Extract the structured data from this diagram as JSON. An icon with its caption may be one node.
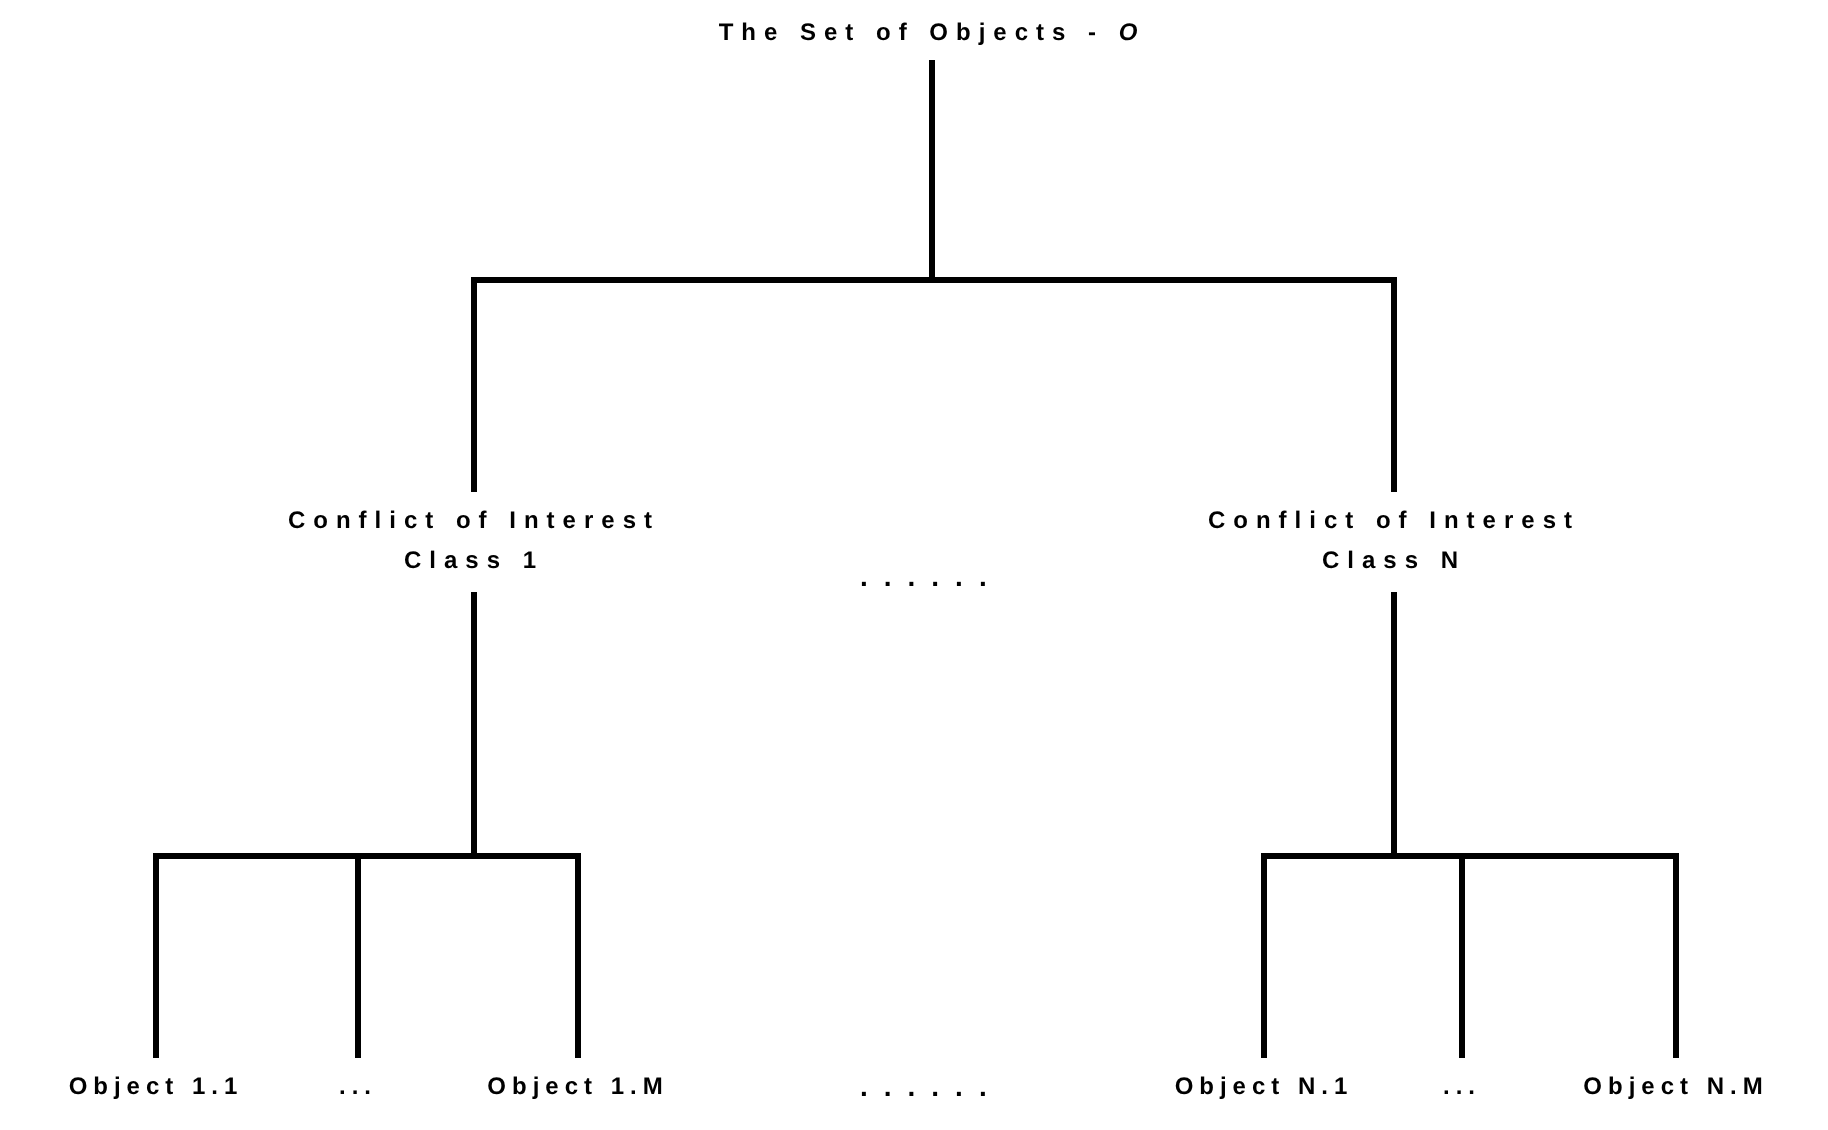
{
  "diagram": {
    "nodes": [
      {
        "text": [
          "The Set of Objects - *O*"
        ]
      },
      {
        "text": [
          "Conflict of Interest Class 1"
        ]
      },
      {
        "text": [
          "Conflict of Interest Class N"
        ]
      },
      {
        "text": [
          "Object 1.1"
        ]
      },
      {
        "text": [
          "..."
        ]
      },
      {
        "text": [
          "Object 1.M"
        ]
      },
      {
        "text": [
          "Object N.1"
        ]
      },
      {
        "text": [
          "..."
        ]
      },
      {
        "text": [
          "Object N.M"
        ]
      }
    ],
    "edges": [
      {
        "from": 0,
        "to": 1,
        "arrow": "none"
      },
      {
        "from": 0,
        "to": 2,
        "arrow": "none"
      },
      {
        "from": 1,
        "to": 3,
        "arrow": "none"
      },
      {
        "from": 1,
        "to": 4,
        "arrow": "none"
      },
      {
        "from": 1,
        "to": 5,
        "arrow": "none"
      },
      {
        "from": 2,
        "to": 6,
        "arrow": "none"
      },
      {
        "from": 2,
        "to": 7,
        "arrow": "none"
      },
      {
        "from": 2,
        "to": 8,
        "arrow": "none"
      }
    ],
    "labels": [
      "......",
      "......"
    ]
  }
}
